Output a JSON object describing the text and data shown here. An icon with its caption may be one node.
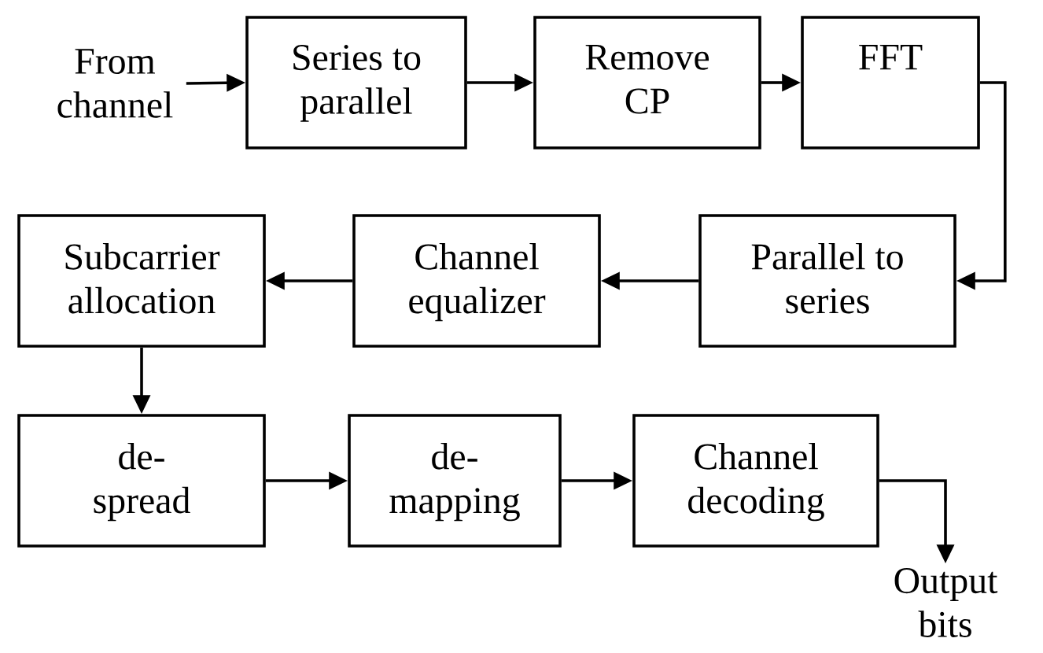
{
  "diagram": {
    "nodes": [
      {
        "text": [
          "From channel"
        ]
      },
      {
        "text": [
          "Series to parallel"
        ]
      },
      {
        "text": [
          "Remove CP"
        ]
      },
      {
        "text": [
          "FFT"
        ]
      },
      {
        "text": [
          "Parallel to series"
        ]
      },
      {
        "text": [
          "Channel equalizer"
        ]
      },
      {
        "text": [
          "Subcarrier allocation"
        ]
      },
      {
        "text": [
          "de- spread"
        ]
      },
      {
        "text": [
          "de- mapping"
        ]
      },
      {
        "text": [
          "Channel decoding"
        ]
      },
      {
        "text": [
          "Output bits"
        ]
      }
    ],
    "edges": [
      {
        "from": 0,
        "to": 1,
        "arrow": "to"
      },
      {
        "from": 1,
        "to": 2,
        "arrow": "to"
      },
      {
        "from": 2,
        "to": 3,
        "arrow": "to"
      },
      {
        "from": 3,
        "to": 4,
        "arrow": "to"
      },
      {
        "from": 4,
        "to": 5,
        "arrow": "to"
      },
      {
        "from": 5,
        "to": 6,
        "arrow": "to"
      },
      {
        "from": 6,
        "to": 7,
        "arrow": "to"
      },
      {
        "from": 7,
        "to": 8,
        "arrow": "to"
      },
      {
        "from": 8,
        "to": 9,
        "arrow": "to"
      },
      {
        "from": 9,
        "to": 10,
        "arrow": "to"
      }
    ]
  }
}
